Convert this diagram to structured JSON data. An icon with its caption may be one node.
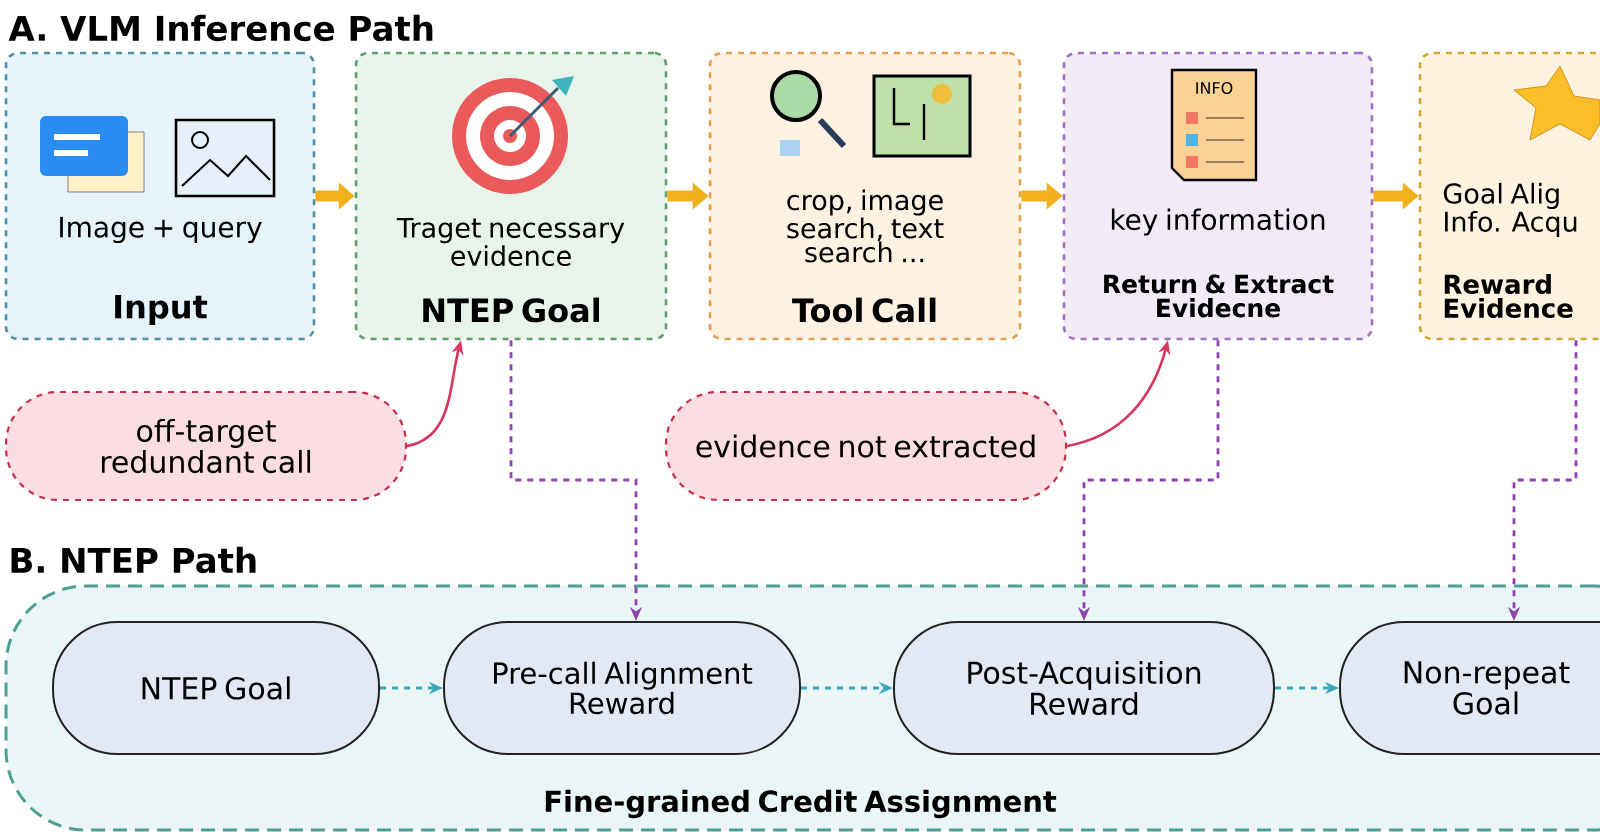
{
  "diagram": {
    "nodes": [
      {
        "text": [
          "Image + query",
          "Input"
        ]
      },
      {
        "text": [
          "Traget necessary evidence",
          "NTEP Goal"
        ]
      },
      {
        "text": [
          "crop, image search, text search ...",
          "Tool Call"
        ]
      },
      {
        "text": [
          "key information",
          "Return & Extract Evidecne"
        ]
      },
      {
        "text": [
          "Goal Alig Info. Acqu",
          "Reward Evidence"
        ]
      },
      {
        "text": [
          "off-target redundant call"
        ]
      },
      {
        "text": [
          "evidence not extracted"
        ]
      },
      {
        "text": [
          "Fine-grained Credit Assignment"
        ]
      },
      {
        "text": [
          "NTEP Goal"
        ],
        "in": 7
      },
      {
        "text": [
          "Pre-call Alignment Reward"
        ],
        "in": 7
      },
      {
        "text": [
          "Post-Acquisition Reward"
        ],
        "in": 7
      },
      {
        "text": [
          "Non-repeat Goal"
        ],
        "in": 7
      }
    ],
    "edges": [
      {
        "from": 0,
        "to": 1,
        "arrow": "to",
        "style": "thick",
        "color": "#f2b01e"
      },
      {
        "from": 1,
        "to": 2,
        "arrow": "to",
        "style": "thick",
        "color": "#f2b01e"
      },
      {
        "from": 2,
        "to": 3,
        "arrow": "to",
        "style": "thick",
        "color": "#f2b01e"
      },
      {
        "from": 3,
        "to": 4,
        "arrow": "to",
        "style": "thick",
        "color": "#f2b01e"
      },
      {
        "from": 5,
        "to": 1,
        "arrow": "to",
        "color": "#d9365e"
      },
      {
        "from": 6,
        "to": 3,
        "arrow": "to",
        "color": "#d9365e"
      },
      {
        "from": 1,
        "to": 9,
        "arrow": "to",
        "style": "dashed",
        "color": "#8e44ad"
      },
      {
        "from": 3,
        "to": 10,
        "arrow": "to",
        "style": "dashed",
        "color": "#8e44ad"
      },
      {
        "from": 4,
        "to": 11,
        "arrow": "to",
        "style": "dashed",
        "color": "#8e44ad"
      },
      {
        "from": 8,
        "to": 9,
        "arrow": "to",
        "style": "dashed",
        "color": "#3aa6b9"
      },
      {
        "from": 9,
        "to": 10,
        "arrow": "to",
        "style": "dashed",
        "color": "#3aa6b9"
      },
      {
        "from": 10,
        "to": 11,
        "arrow": "to",
        "style": "dashed",
        "color": "#3aa6b9"
      }
    ],
    "labels": [
      "A. VLM Inference Path",
      "INFO",
      "B. NTEP Path"
    ]
  }
}
